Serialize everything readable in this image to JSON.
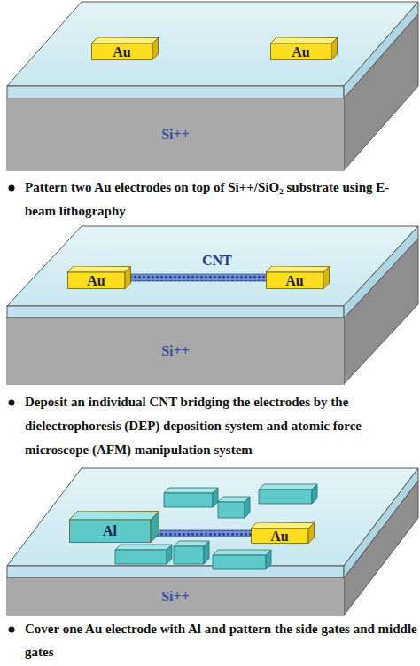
{
  "diagram": {
    "nodes": [
      {
        "text": [
          "Au"
        ]
      },
      {
        "text": [
          "Au"
        ]
      },
      {
        "text": [
          "Si++"
        ]
      },
      {
        "text": [
          "Au"
        ]
      },
      {
        "text": [
          "Au"
        ]
      },
      {
        "text": [
          "Si++"
        ]
      },
      {
        "text": [
          "Al"
        ]
      },
      {
        "text": [
          "Au"
        ]
      },
      {
        "text": [
          "Si++"
        ]
      }
    ],
    "labels": [
      "Pattern two Au electrodes on top of Si++/SiO₂ substrate using E-beam lithography",
      "CNT",
      "Deposit an individual CNT bridging the electrodes by the dielectrophoresis (DEP) deposition system and atomic force microscope (AFM) manipulation system",
      "Cover one Au electrode with Al and pattern the side gates and middle gates"
    ]
  }
}
